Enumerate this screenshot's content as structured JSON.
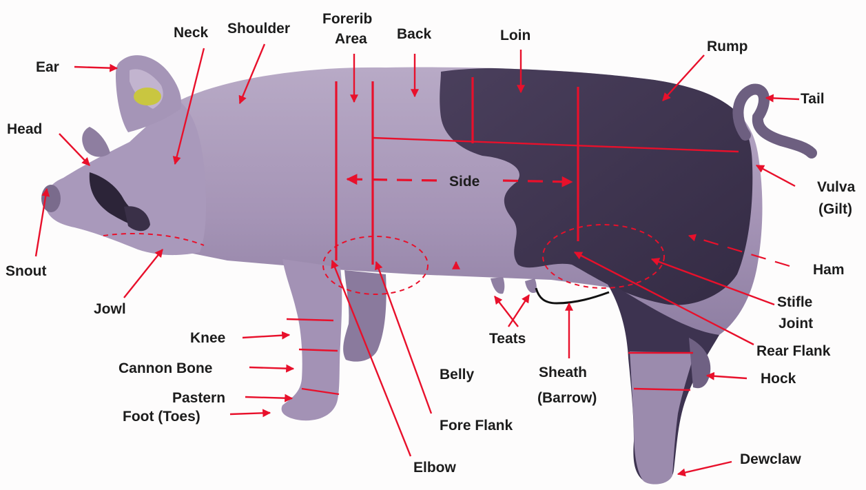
{
  "labels": {
    "ear": "Ear",
    "neck": "Neck",
    "shoulder": "Shoulder",
    "forerib_1": "Forerib",
    "forerib_2": "Area",
    "back": "Back",
    "loin": "Loin",
    "rump": "Rump",
    "tail": "Tail",
    "head": "Head",
    "side": "Side",
    "vulva_1": "Vulva",
    "vulva_2": "(Gilt)",
    "snout": "Snout",
    "ham": "Ham",
    "jowl": "Jowl",
    "teats": "Teats",
    "stifle_1": "Stifle",
    "stifle_2": "Joint",
    "rear_flank": "Rear Flank",
    "knee": "Knee",
    "cannon_bone": "Cannon Bone",
    "belly": "Belly",
    "sheath_1": "Sheath",
    "sheath_2": "(Barrow)",
    "hock": "Hock",
    "pastern": "Pastern",
    "foot": "Foot (Toes)",
    "fore_flank": "Fore Flank",
    "elbow": "Elbow",
    "dewclaw": "Dewclaw"
  },
  "colors": {
    "annotation": "#e8102b",
    "label_text": "#1c1c1c",
    "body_light": "#a99ab9",
    "body_dark": "#3f3550",
    "ear_tag": "#c9c640"
  }
}
